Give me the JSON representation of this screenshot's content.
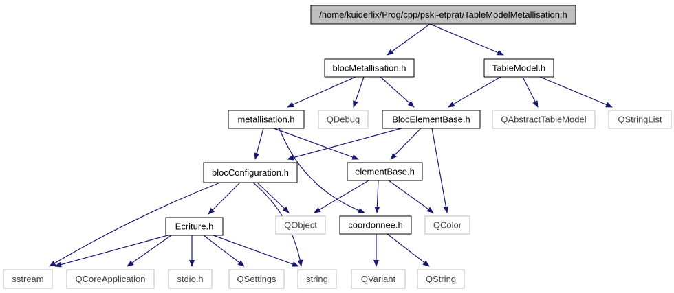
{
  "colors": {
    "edge": "#191970",
    "node_border": "#000000",
    "external_border": "#bfbfbf",
    "external_text": "#404040",
    "root_fill": "#bfbfbf",
    "node_fill": "#ffffff"
  },
  "nodes": [
    {
      "id": "root",
      "label": "/home/kuiderlix/Prog/cpp/pskl-etprat/TableModelMetallisation.h",
      "kind": "root"
    },
    {
      "id": "blocMetallisation",
      "label": "blocMetallisation.h",
      "kind": "internal"
    },
    {
      "id": "TableModel",
      "label": "TableModel.h",
      "kind": "internal"
    },
    {
      "id": "metallisation",
      "label": "metallisation.h",
      "kind": "internal"
    },
    {
      "id": "QDebug",
      "label": "QDebug",
      "kind": "external"
    },
    {
      "id": "BlocElementBase",
      "label": "BlocElementBase.h",
      "kind": "internal"
    },
    {
      "id": "QAbstractTableModel",
      "label": "QAbstractTableModel",
      "kind": "external"
    },
    {
      "id": "QStringList",
      "label": "QStringList",
      "kind": "external"
    },
    {
      "id": "blocConfiguration",
      "label": "blocConfiguration.h",
      "kind": "internal"
    },
    {
      "id": "elementBase",
      "label": "elementBase.h",
      "kind": "internal"
    },
    {
      "id": "Ecriture",
      "label": "Ecriture.h",
      "kind": "internal"
    },
    {
      "id": "QObject",
      "label": "QObject",
      "kind": "external"
    },
    {
      "id": "coordonnee",
      "label": "coordonnee.h",
      "kind": "internal"
    },
    {
      "id": "QColor",
      "label": "QColor",
      "kind": "external"
    },
    {
      "id": "sstream",
      "label": "sstream",
      "kind": "external"
    },
    {
      "id": "QCoreApplication",
      "label": "QCoreApplication",
      "kind": "external"
    },
    {
      "id": "stdio",
      "label": "stdio.h",
      "kind": "external"
    },
    {
      "id": "QSettings",
      "label": "QSettings",
      "kind": "external"
    },
    {
      "id": "string",
      "label": "string",
      "kind": "external"
    },
    {
      "id": "QVariant",
      "label": "QVariant",
      "kind": "external"
    },
    {
      "id": "QString",
      "label": "QString",
      "kind": "external"
    }
  ],
  "edges": [
    {
      "from": "root",
      "to": "blocMetallisation"
    },
    {
      "from": "root",
      "to": "TableModel"
    },
    {
      "from": "blocMetallisation",
      "to": "metallisation"
    },
    {
      "from": "blocMetallisation",
      "to": "QDebug"
    },
    {
      "from": "blocMetallisation",
      "to": "BlocElementBase"
    },
    {
      "from": "TableModel",
      "to": "BlocElementBase"
    },
    {
      "from": "TableModel",
      "to": "QAbstractTableModel"
    },
    {
      "from": "TableModel",
      "to": "QStringList"
    },
    {
      "from": "metallisation",
      "to": "blocConfiguration"
    },
    {
      "from": "metallisation",
      "to": "elementBase"
    },
    {
      "from": "metallisation",
      "to": "coordonnee"
    },
    {
      "from": "BlocElementBase",
      "to": "blocConfiguration"
    },
    {
      "from": "BlocElementBase",
      "to": "elementBase"
    },
    {
      "from": "BlocElementBase",
      "to": "QColor"
    },
    {
      "from": "blocConfiguration",
      "to": "Ecriture"
    },
    {
      "from": "blocConfiguration",
      "to": "QObject"
    },
    {
      "from": "blocConfiguration",
      "to": "sstream"
    },
    {
      "from": "blocConfiguration",
      "to": "string"
    },
    {
      "from": "elementBase",
      "to": "QObject"
    },
    {
      "from": "elementBase",
      "to": "coordonnee"
    },
    {
      "from": "elementBase",
      "to": "QColor"
    },
    {
      "from": "Ecriture",
      "to": "sstream"
    },
    {
      "from": "Ecriture",
      "to": "QCoreApplication"
    },
    {
      "from": "Ecriture",
      "to": "stdio"
    },
    {
      "from": "Ecriture",
      "to": "QSettings"
    },
    {
      "from": "Ecriture",
      "to": "string"
    },
    {
      "from": "coordonnee",
      "to": "QVariant"
    },
    {
      "from": "coordonnee",
      "to": "QString"
    }
  ]
}
